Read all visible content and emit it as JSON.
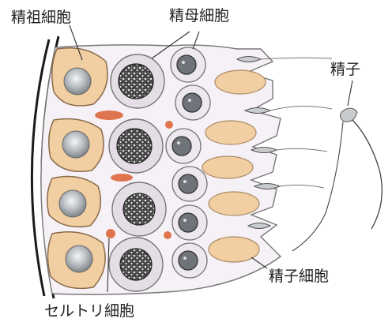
{
  "labels": {
    "spermatogonium": "精祖細胞",
    "spermatocyte": "精母細胞",
    "sperm": "精子",
    "spermatid": "精子細胞",
    "sertoli_cell": "セルトリ細胞"
  },
  "colors": {
    "cytoplasm_tan": "#f2cfa2",
    "cell_outline": "#8a6a4a",
    "nucleus_grey": "#9ea3a8",
    "spermatocyte_lilac": "#e5dde6",
    "sertoli_fill": "#f6f1f6",
    "red_body": "#e0744e",
    "chromatin": "#2a2a2a",
    "line": "#333333"
  }
}
